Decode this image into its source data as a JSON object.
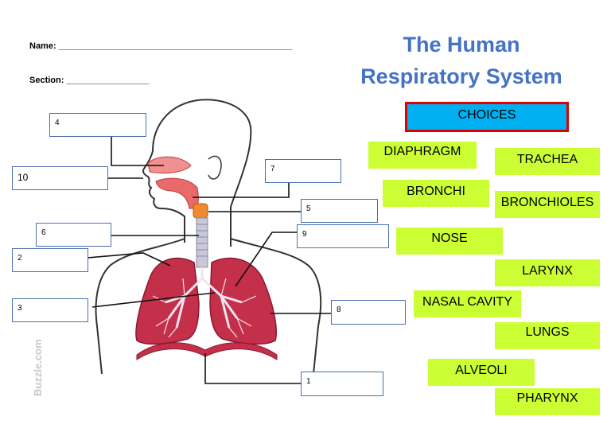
{
  "header": {
    "name_label": "Name: ________________________________________________",
    "section_label": "Section: _________________",
    "title_line1": "The Human",
    "title_line2": "Respiratory System"
  },
  "diagram": {
    "watermark": "Buzzle.com",
    "label_boxes": [
      "4",
      "10",
      "7",
      "5",
      "6",
      "9",
      "2",
      "3",
      "8",
      "1"
    ]
  },
  "choices": {
    "header": "CHOICES",
    "items": [
      "DIAPHRAGM",
      "TRACHEA",
      "BRONCHI",
      "BRONCHIOLES",
      "NOSE",
      "LARYNX",
      "NASAL CAVITY",
      "LUNGS",
      "ALVEOLI",
      "PHARYNX"
    ]
  },
  "colors": {
    "title": "#4472c4",
    "chip": "#ccff33",
    "choices_header_fill": "#00b0f0",
    "choices_header_border": "#e00000",
    "lung": "#c4304a",
    "box_border": "#4a6fb0"
  }
}
